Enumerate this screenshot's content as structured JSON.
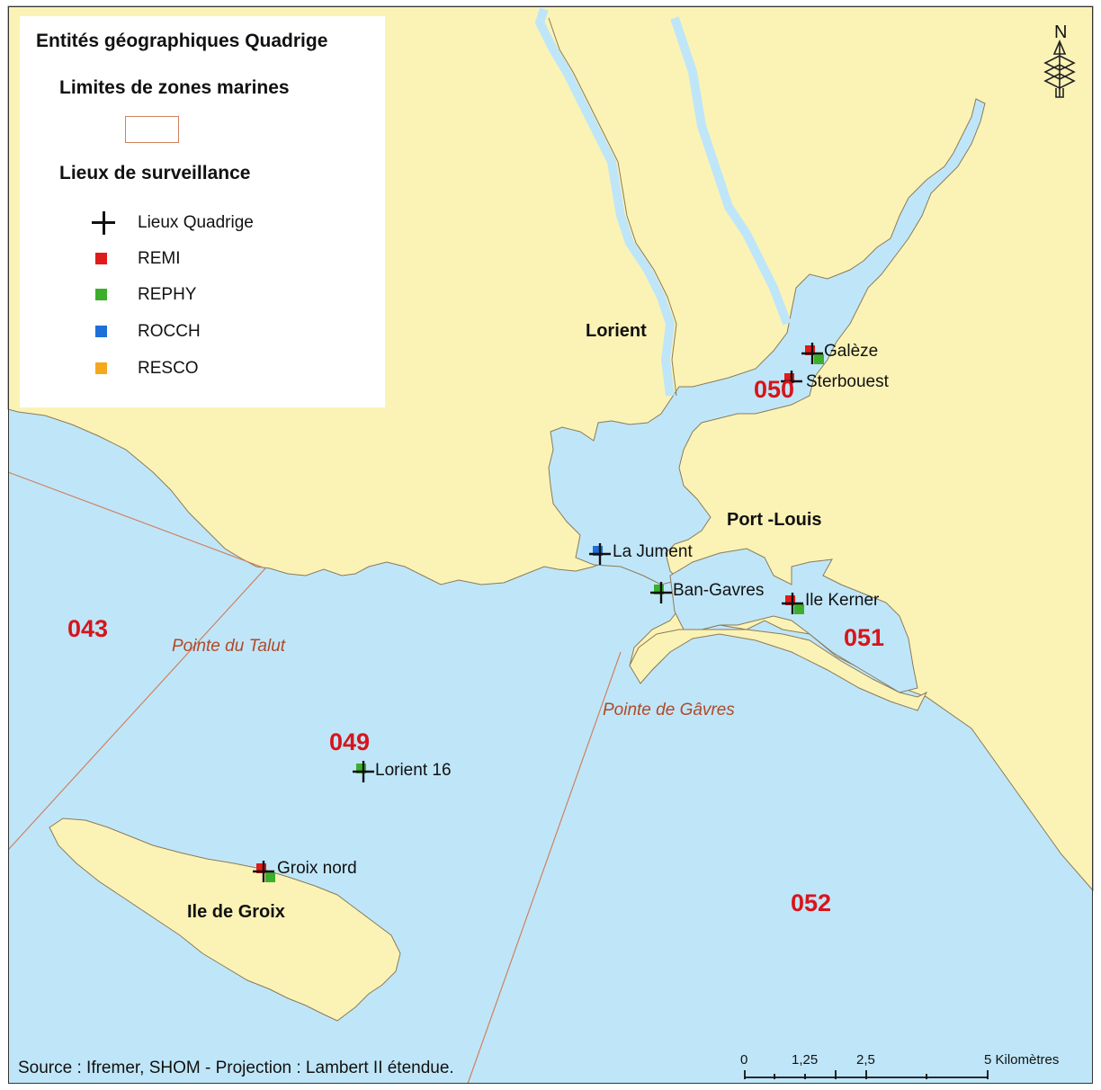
{
  "colors": {
    "sea": "#bfe6f8",
    "land": "#fbf3b6",
    "coast": "#8b7a5a",
    "zone_line": "#d08060",
    "zone_label": "#d8141c",
    "place_name": "#b04a28",
    "remi": "#e01b1b",
    "rephy": "#3cae2c",
    "rocch": "#1f6fd8",
    "resco": "#f5a81c"
  },
  "legend": {
    "title": "Entités géographiques Quadrige",
    "zones_heading": "Limites de zones marines",
    "sites_heading": "Lieux de surveillance",
    "items": [
      {
        "label": "Lieux Quadrige",
        "symbol": "cross-icon"
      },
      {
        "label": "REMI",
        "symbol": "red-square-icon"
      },
      {
        "label": "REPHY",
        "symbol": "green-square-icon"
      },
      {
        "label": "ROCCH",
        "symbol": "blue-square-icon"
      },
      {
        "label": "RESCO",
        "symbol": "orange-square-icon"
      }
    ]
  },
  "towns": [
    "Lorient",
    "Port -Louis",
    "Ile de Groix"
  ],
  "places": [
    "Pointe du Talut",
    "Pointe de Gâvres"
  ],
  "zones": [
    "043",
    "049",
    "050",
    "051",
    "052"
  ],
  "sites": [
    {
      "name": "Galèze",
      "networks": [
        "REMI",
        "REPHY"
      ]
    },
    {
      "name": "Sterbouest",
      "networks": [
        "REMI"
      ]
    },
    {
      "name": "La Jument",
      "networks": [
        "ROCCH"
      ]
    },
    {
      "name": "Ban-Gavres",
      "networks": [
        "REPHY"
      ]
    },
    {
      "name": "Ile Kerner",
      "networks": [
        "REMI",
        "REPHY"
      ]
    },
    {
      "name": "Lorient 16",
      "networks": [
        "REPHY"
      ]
    },
    {
      "name": "Groix nord",
      "networks": [
        "REMI",
        "REPHY"
      ]
    }
  ],
  "source": "Source : Ifremer, SHOM - Projection : Lambert II étendue.",
  "scale": {
    "ticks": [
      "0",
      "1,25",
      "2,5",
      "5 Kilomètres"
    ]
  },
  "north_label": "N"
}
